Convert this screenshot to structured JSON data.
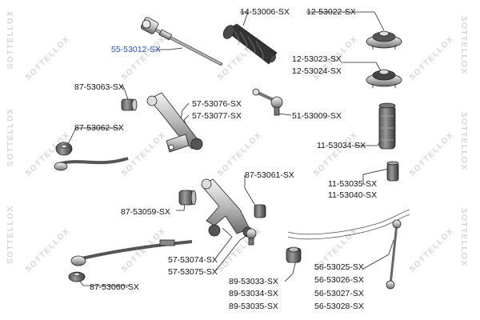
{
  "watermark": {
    "text": "SOTTELLOX",
    "color": "#d6d6d6"
  },
  "callouts": {
    "p14_53006": "14-53006-SX",
    "p12_53022": "12-53022-SX",
    "p55_53012": "55-53012-SX",
    "p12_53023": "12-53023-SX",
    "p12_53024": "12-53024-SX",
    "p87_53063": "87-53063-SX",
    "p57_53076": "57-53076-SX",
    "p57_53077": "57-53077-SX",
    "p51_53009": "51-53009-SX",
    "p87_53062": "87-53062-SX",
    "p11_53034": "11-53034-SX",
    "p87_53061": "87-53061-SX",
    "p11_53035": "11-53035-SX",
    "p11_53040": "11-53040-SX",
    "p87_53059": "87-53059-SX",
    "p57_53074": "57-53074-SX",
    "p57_53075": "57-53075-SX",
    "p56_53025": "56-53025-SX",
    "p56_53026": "56-53026-SX",
    "p89_53033": "89-53033-SX",
    "p87_53060": "87-53060-SX",
    "p89_53034": "89-53034-SX",
    "p56_53027": "56-53027-SX",
    "p89_53035": "89-53035-SX",
    "p56_53028": "56-53028-SX"
  },
  "colors": {
    "highlight": "#2a4fb0",
    "line": "#222222"
  }
}
